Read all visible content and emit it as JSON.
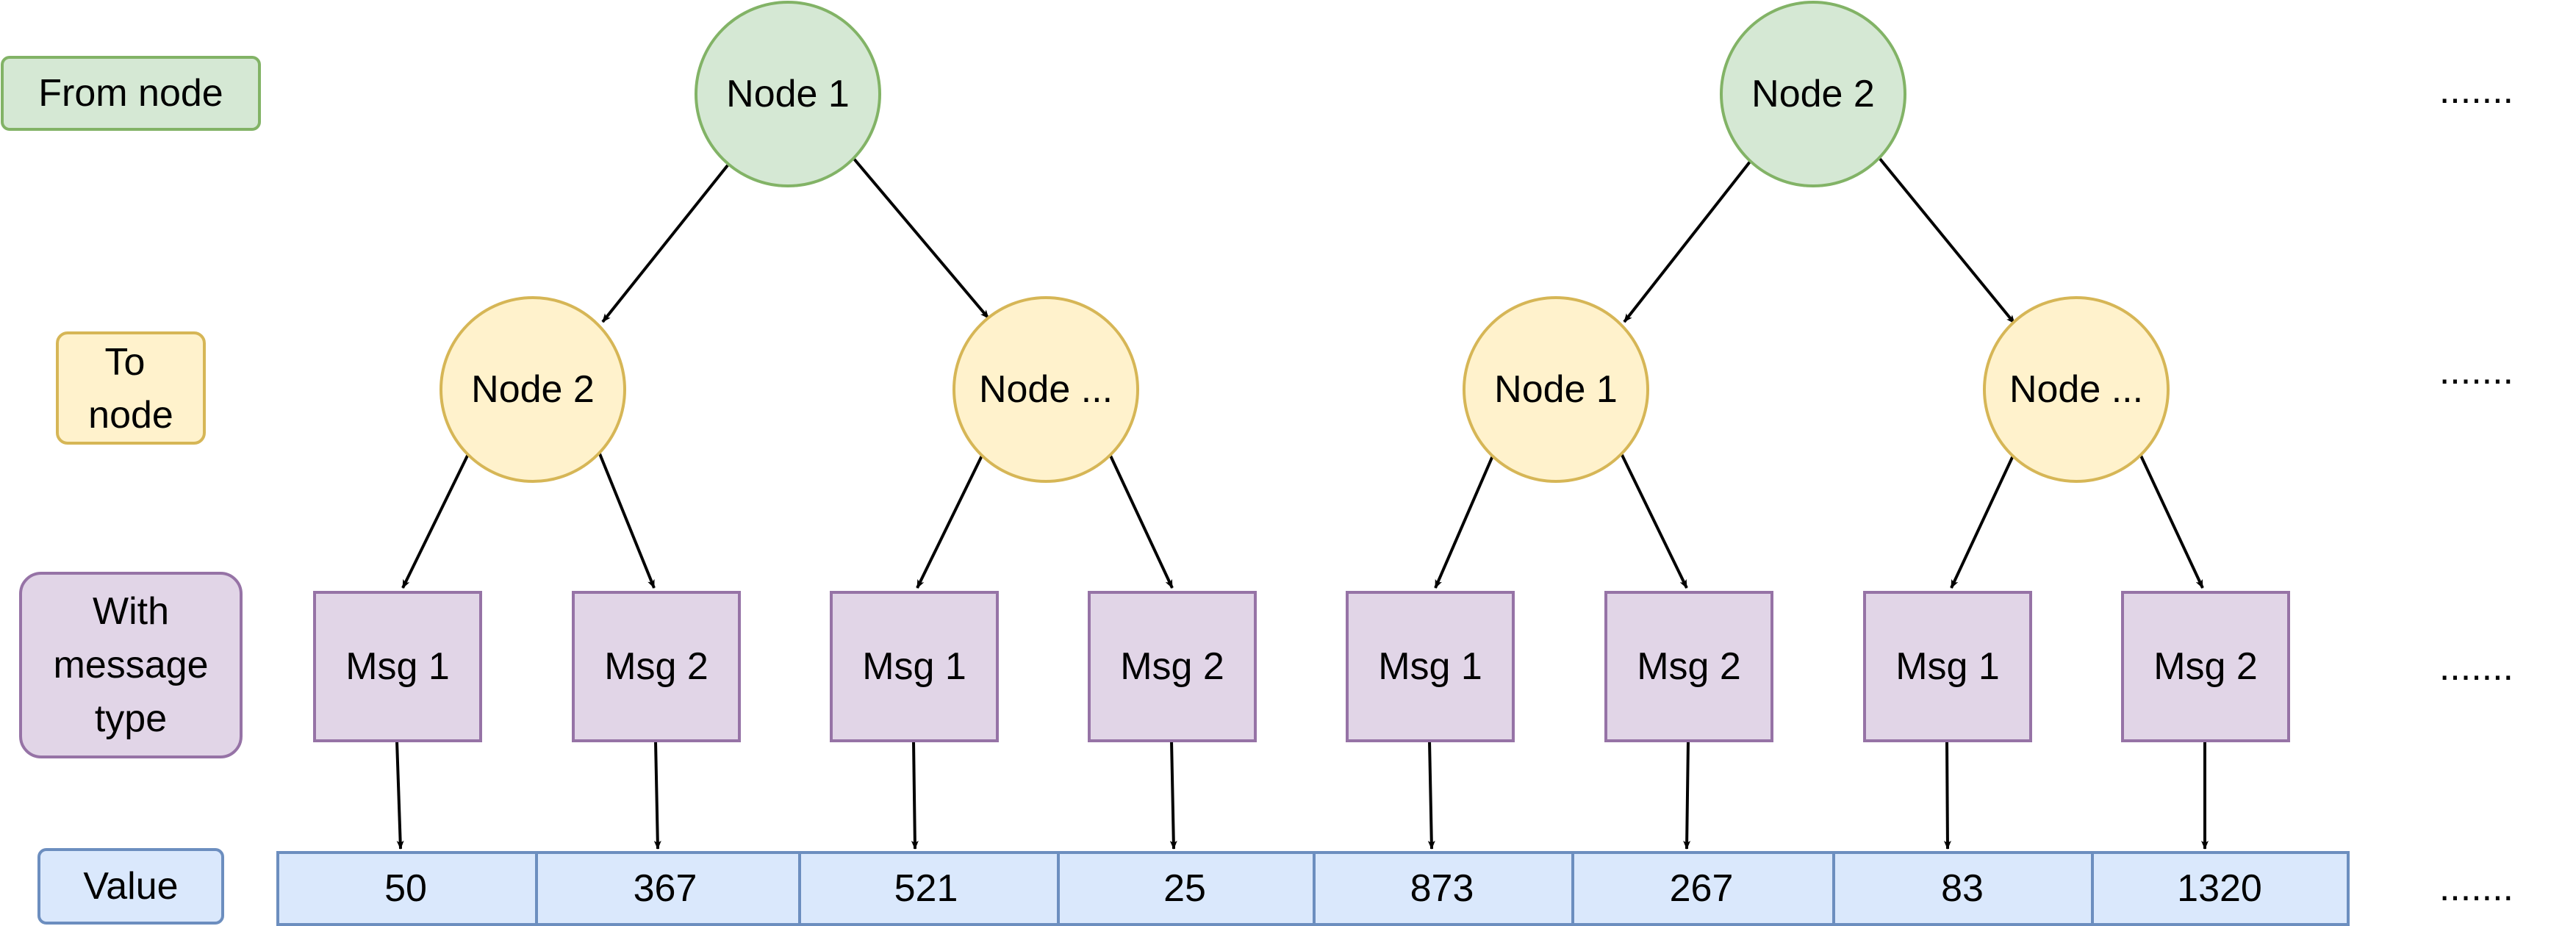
{
  "legend": {
    "from_node": "From node",
    "to_node_line1": "To",
    "to_node_line2": "node",
    "message_line1": "With",
    "message_line2": "message",
    "message_line3": "type",
    "value": "Value"
  },
  "colors": {
    "green_fill": "#d5e8d4",
    "green_stroke": "#82b366",
    "yellow_fill": "#fff2cc",
    "yellow_stroke": "#d6b656",
    "purple_fill": "#e1d5e7",
    "purple_stroke": "#9673a6",
    "blue_fill": "#dae8fc",
    "blue_stroke": "#6c8ebf"
  },
  "from_nodes": [
    "Node 1",
    "Node 2"
  ],
  "to_nodes": [
    "Node 2",
    "Node ...",
    "Node 1",
    "Node ..."
  ],
  "messages": [
    "Msg 1",
    "Msg 2",
    "Msg 1",
    "Msg 2",
    "Msg 1",
    "Msg 2",
    "Msg 1",
    "Msg 2"
  ],
  "values": [
    "50",
    "367",
    "521",
    "25",
    "873",
    "267",
    "83",
    "1320"
  ],
  "continuation": ".......",
  "edges": [
    {
      "from": "from_nodes.0",
      "to": "to_nodes.0"
    },
    {
      "from": "from_nodes.0",
      "to": "to_nodes.1"
    },
    {
      "from": "from_nodes.1",
      "to": "to_nodes.2"
    },
    {
      "from": "from_nodes.1",
      "to": "to_nodes.3"
    },
    {
      "from": "to_nodes.0",
      "to": "messages.0"
    },
    {
      "from": "to_nodes.0",
      "to": "messages.1"
    },
    {
      "from": "to_nodes.1",
      "to": "messages.2"
    },
    {
      "from": "to_nodes.1",
      "to": "messages.3"
    },
    {
      "from": "to_nodes.2",
      "to": "messages.4"
    },
    {
      "from": "to_nodes.2",
      "to": "messages.5"
    },
    {
      "from": "to_nodes.3",
      "to": "messages.6"
    },
    {
      "from": "to_nodes.3",
      "to": "messages.7"
    },
    {
      "from": "messages.0",
      "to": "values.0"
    },
    {
      "from": "messages.1",
      "to": "values.1"
    },
    {
      "from": "messages.2",
      "to": "values.2"
    },
    {
      "from": "messages.3",
      "to": "values.3"
    },
    {
      "from": "messages.4",
      "to": "values.4"
    },
    {
      "from": "messages.5",
      "to": "values.5"
    },
    {
      "from": "messages.6",
      "to": "values.6"
    },
    {
      "from": "messages.7",
      "to": "values.7"
    }
  ]
}
